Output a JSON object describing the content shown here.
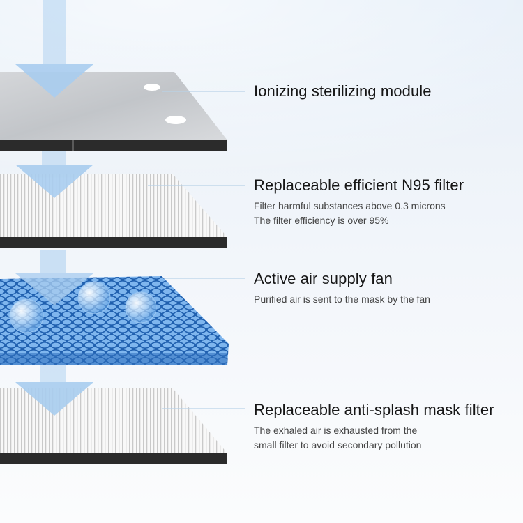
{
  "layers": [
    {
      "title": "Ionizing sterilizing module",
      "description": []
    },
    {
      "title": "Replaceable efficient N95 filter",
      "description": [
        "Filter harmful substances above 0.3 microns",
        "The filter efficiency is over 95%"
      ]
    },
    {
      "title": "Active air supply fan",
      "description": [
        "Purified air is sent to the mask by the fan"
      ]
    },
    {
      "title": "Replaceable anti-splash mask filter",
      "description": [
        "The exhaled air is exhausted from the",
        "small filter to avoid secondary pollution"
      ]
    }
  ],
  "colors": {
    "arrow": "#a9cdef",
    "leader_line": "#b9d2e8",
    "plate_edge": "#2b2b2b",
    "filter_face": "#f5f5f5",
    "fan_mesh": "#3f86d6"
  }
}
